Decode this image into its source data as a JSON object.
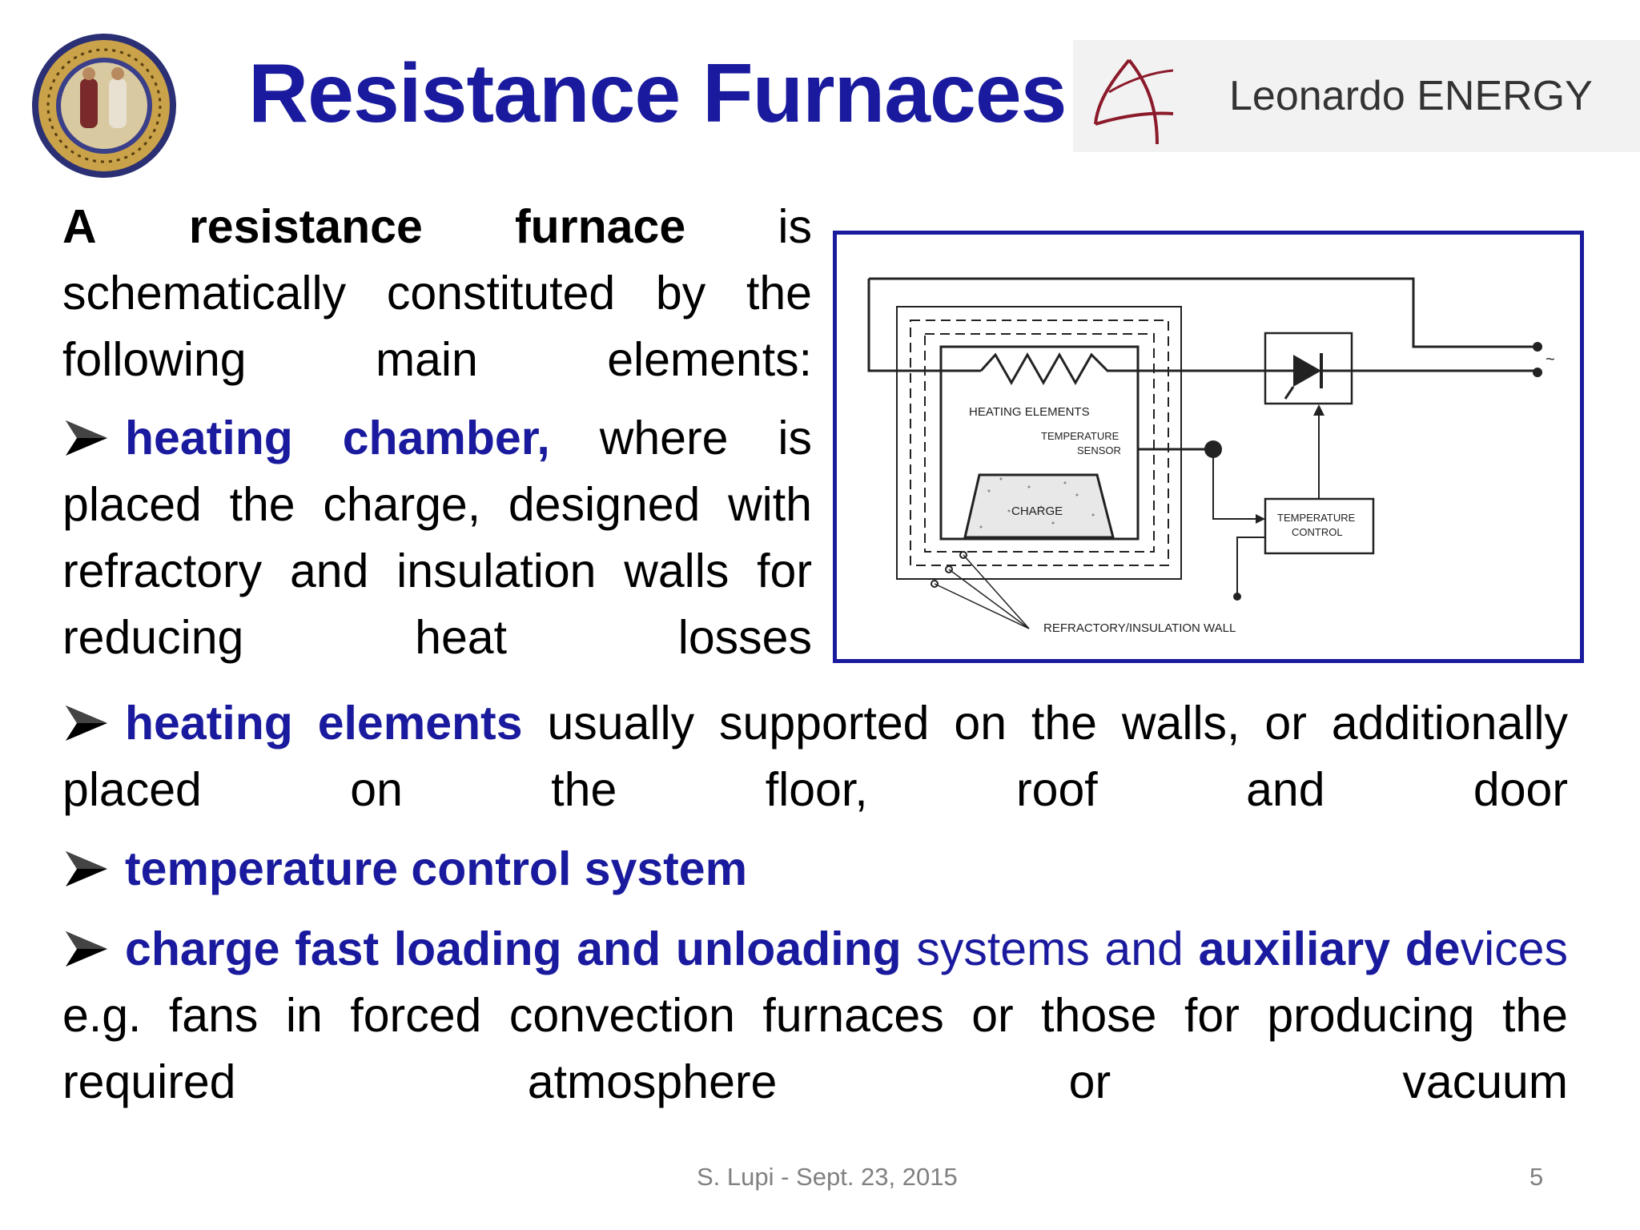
{
  "slide": {
    "title": "Resistance Furnaces",
    "partner_logo_text": "Leonardo ENERGY",
    "intro": {
      "w1": "A",
      "w2": "resistance",
      "w3": "furnace",
      "rest": "is schematically constituted by the following main elements:"
    },
    "bullets": [
      {
        "emph": "heating chamber,",
        "text": "where is placed the charge, designed with refractory and insulation walls for reducing heat losses"
      },
      {
        "emph": "heating elements",
        "text": "usually supported on the walls, or additionally placed on the floor, roof and door"
      },
      {
        "emph": "temperature control system",
        "text": ""
      },
      {
        "emph": "charge fast loading and unloading",
        "mid": "systems and",
        "emph2": "auxiliary de",
        "tail": "vices e.g. fans in forced convection furnaces or those for producing the required atmosphere or vacuum"
      }
    ],
    "diagram": {
      "heating_elements": "HEATING ELEMENTS",
      "temp_sensor_1": "TEMPERATURE",
      "temp_sensor_2": "SENSOR",
      "charge": "CHARGE",
      "temp_control_1": "TEMPERATURE",
      "temp_control_2": "CONTROL",
      "wall": "REFRACTORY/INSULATION WALL",
      "ac_symbol": "~"
    },
    "footer": "S. Lupi - Sept. 23, 2015",
    "page_number": "5"
  },
  "colors": {
    "accent": "#1a1a9e",
    "footer": "#808080"
  }
}
